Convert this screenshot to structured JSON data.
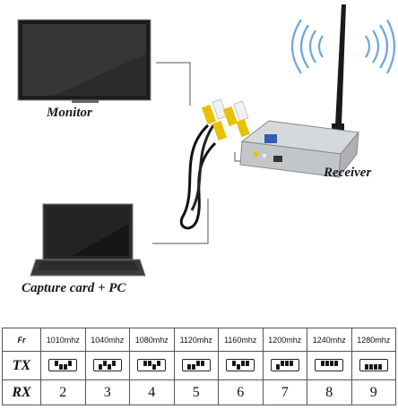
{
  "labels": {
    "monitor": "Monitor",
    "receiver": "Receiver",
    "pc": "Capture card  + PC"
  },
  "table": {
    "row_headers": [
      "Fr",
      "TX",
      "RX"
    ],
    "frequencies": [
      "1010mhz",
      "1040mhz",
      "1080mhz",
      "1120mhz",
      "1160mhz",
      "1200mhz",
      "1240mhz",
      "1280mhz"
    ],
    "rx_channels": [
      "2",
      "3",
      "4",
      "5",
      "6",
      "7",
      "8",
      "9"
    ],
    "tx_dip_states": [
      [
        1,
        0,
        0,
        1
      ],
      [
        0,
        1,
        0,
        1
      ],
      [
        1,
        1,
        0,
        1
      ],
      [
        0,
        0,
        1,
        1
      ],
      [
        1,
        0,
        1,
        1
      ],
      [
        0,
        1,
        1,
        1
      ],
      [
        1,
        1,
        1,
        1
      ],
      [
        0,
        0,
        0,
        0
      ]
    ]
  },
  "icons": [
    "monitor-icon",
    "laptop-icon",
    "receiver-icon",
    "antenna-icon",
    "rca-cable-icon",
    "signal-waves-icon"
  ]
}
